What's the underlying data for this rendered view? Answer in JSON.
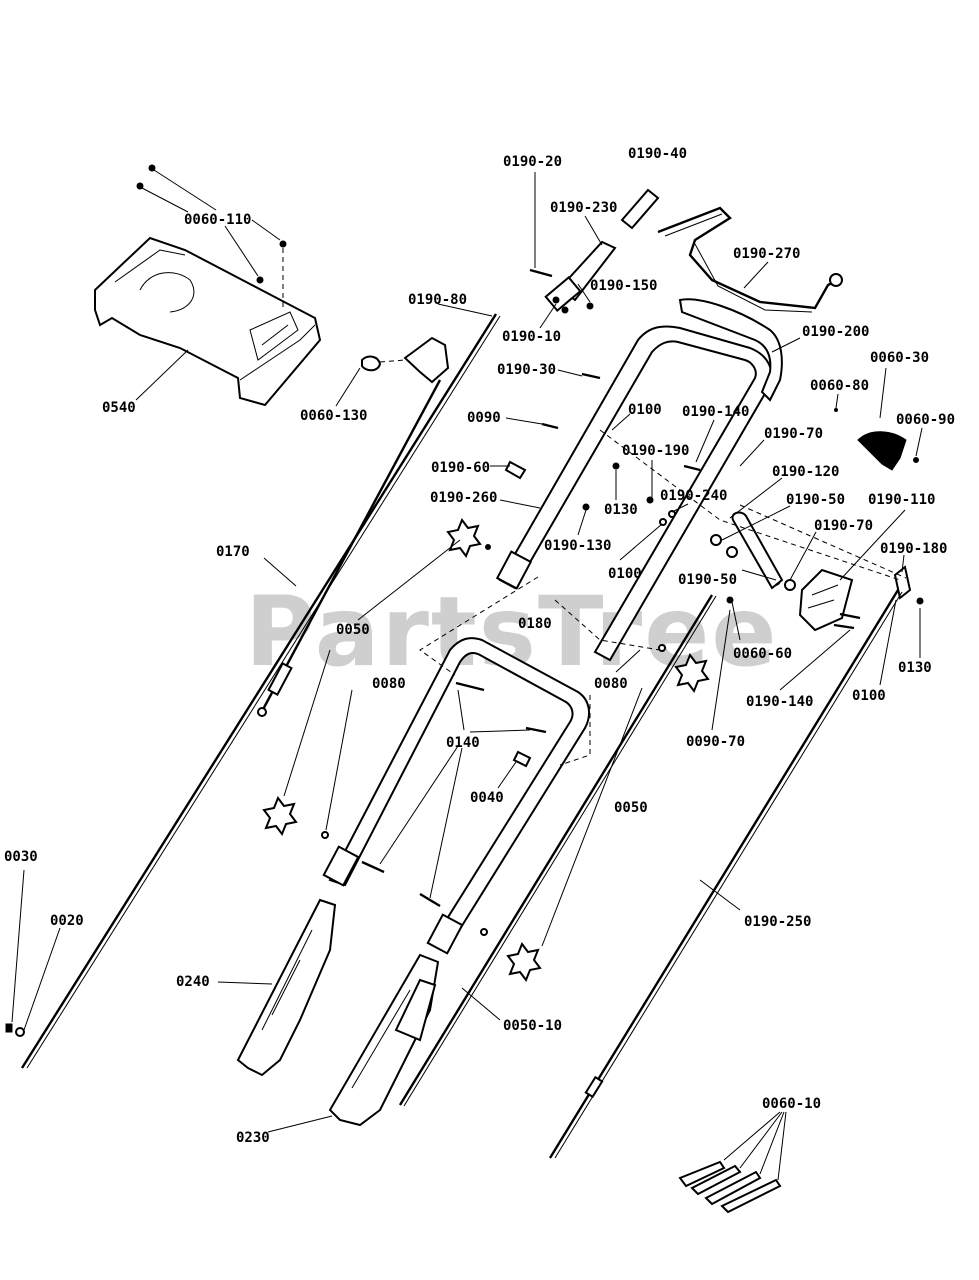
{
  "watermark": "PartsTree",
  "labels": {
    "l_0060_110": "0060-110",
    "l_0540": "0540",
    "l_0060_130": "0060-130",
    "l_0190_80": "0190-80",
    "l_0190_20": "0190-20",
    "l_0190_40": "0190-40",
    "l_0190_230": "0190-230",
    "l_0190_150": "0190-150",
    "l_0190_10": "0190-10",
    "l_0190_270": "0190-270",
    "l_0190_200": "0190-200",
    "l_0190_30": "0190-30",
    "l_0060_30": "0060-30",
    "l_0060_80": "0060-80",
    "l_0060_90": "0060-90",
    "l_0090": "0090",
    "l_0100_a": "0100",
    "l_0190_140_a": "0190-140",
    "l_0190_70_a": "0190-70",
    "l_0190_60": "0190-60",
    "l_0190_190": "0190-190",
    "l_0190_120": "0190-120",
    "l_0190_260": "0190-260",
    "l_0130_a": "0130",
    "l_0190_240": "0190-240",
    "l_0190_50_a": "0190-50",
    "l_0190_110": "0190-110",
    "l_0190_130": "0190-130",
    "l_0190_70_b": "0190-70",
    "l_0170": "0170",
    "l_0100_b": "0100",
    "l_0190_180": "0190-180",
    "l_0190_50_b": "0190-50",
    "l_0050_a": "0050",
    "l_0180": "0180",
    "l_0060_60": "0060-60",
    "l_0130_b": "0130",
    "l_0080_a": "0080",
    "l_0080_b": "0080",
    "l_0190_140_b": "0190-140",
    "l_0100_c": "0100",
    "l_0140": "0140",
    "l_0090_70": "0090-70",
    "l_0040": "0040",
    "l_0050_b": "0050",
    "l_0030": "0030",
    "l_0020": "0020",
    "l_0190_250": "0190-250",
    "l_0240": "0240",
    "l_0050_10": "0050-10",
    "l_0060_10": "0060-10",
    "l_0230": "0230"
  }
}
